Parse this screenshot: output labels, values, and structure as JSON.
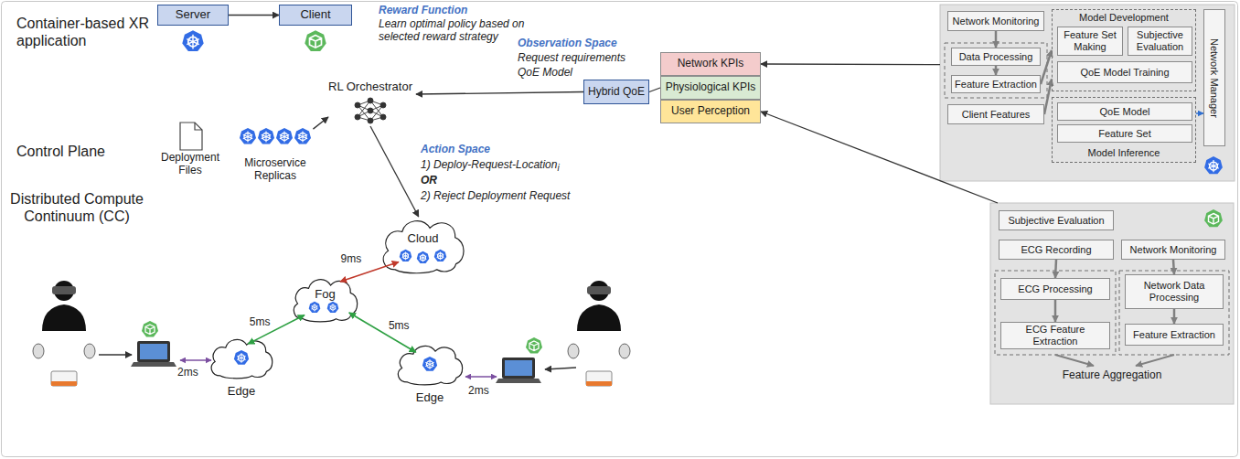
{
  "diagram": {
    "nodes": [
      {
        "text": [
          "Server"
        ]
      },
      {
        "text": [
          "Client"
        ]
      },
      {
        "text": [
          "Deployment Files"
        ]
      },
      {
        "text": [
          "Microservice Replicas"
        ]
      },
      {
        "text": [
          "RL Orchestrator"
        ]
      },
      {
        "text": [
          "Hybrid QoE"
        ]
      },
      {
        "text": [
          "Network KPIs"
        ]
      },
      {
        "text": [
          "Physiological KPIs"
        ]
      },
      {
        "text": [
          "User Perception"
        ]
      },
      {
        "text": []
      },
      {
        "text": [
          "Network Monitoring"
        ],
        "in": 9
      },
      {
        "text": [
          "Data Processing"
        ],
        "in": 9
      },
      {
        "text": [
          "Feature Extraction"
        ],
        "in": 9
      },
      {
        "text": [
          "Client Features"
        ],
        "in": 9
      },
      {
        "text": [
          "Model Development"
        ],
        "in": 9
      },
      {
        "text": [
          "Feature Set Making"
        ],
        "in": 14
      },
      {
        "text": [
          "Subjective Evaluation"
        ],
        "in": 14
      },
      {
        "text": [
          "QoE Model Training"
        ],
        "in": 14
      },
      {
        "text": [
          "Model Inference"
        ],
        "in": 9
      },
      {
        "text": [
          "QoE Model"
        ],
        "in": 18
      },
      {
        "text": [
          "Feature Set"
        ],
        "in": 18
      },
      {
        "text": [
          "Network Manager"
        ],
        "in": 9
      },
      {
        "text": [
          "Feature Aggregation"
        ]
      },
      {
        "text": [
          "Subjective Evaluation"
        ],
        "in": 22
      },
      {
        "text": [
          "ECG Recording"
        ],
        "in": 22
      },
      {
        "text": [
          "Network Monitoring"
        ],
        "in": 22
      },
      {
        "text": [
          "ECG Processing"
        ],
        "in": 22
      },
      {
        "text": [
          "ECG Feature Extraction"
        ],
        "in": 22
      },
      {
        "text": [
          "Network Data Processing"
        ],
        "in": 22
      },
      {
        "text": [
          "Feature Extraction"
        ],
        "in": 22
      },
      {
        "text": [
          "Cloud"
        ]
      },
      {
        "text": [
          "Fog"
        ]
      },
      {
        "text": [
          "Edge"
        ]
      },
      {
        "text": [
          "Edge"
        ]
      }
    ],
    "edges": [
      {
        "from": 0,
        "to": 1,
        "arrow": "to"
      },
      {
        "from": 3,
        "to": 4,
        "arrow": "to"
      },
      {
        "from": 5,
        "to": 4,
        "arrow": "to"
      },
      {
        "from": 7,
        "to": 5,
        "arrow": "none"
      },
      {
        "from": 9,
        "to": 6,
        "arrow": "to"
      },
      {
        "from": 22,
        "to": 8,
        "arrow": "to"
      },
      {
        "from": 4,
        "to": 30,
        "arrow": "to"
      },
      {
        "from": 30,
        "to": 31,
        "label": "9ms",
        "arrow": "both"
      },
      {
        "from": 31,
        "to": 32,
        "label": "5ms",
        "arrow": "both"
      },
      {
        "from": 31,
        "to": 33,
        "label": "5ms",
        "arrow": "both"
      },
      {
        "from": 10,
        "to": 11,
        "arrow": "to"
      },
      {
        "from": 11,
        "to": 12,
        "arrow": "to"
      },
      {
        "from": 12,
        "to": 14,
        "arrow": "to"
      },
      {
        "from": 13,
        "to": 14,
        "arrow": "to"
      },
      {
        "from": 18,
        "to": 21,
        "arrow": "to"
      },
      {
        "from": 24,
        "to": 26,
        "arrow": "to"
      },
      {
        "from": 26,
        "to": 27,
        "arrow": "to"
      },
      {
        "from": 25,
        "to": 28,
        "arrow": "to"
      },
      {
        "from": 28,
        "to": 29,
        "arrow": "to"
      }
    ],
    "labels": [
      "Container-based XR application",
      "Control Plane",
      "Distributed Compute Continuum (CC)",
      "Reward Function",
      "Learn optimal policy based on selected reward strategy",
      "Observation Space",
      "Request requirements",
      "QoE Model",
      "Action Space",
      "1) Deploy-Request-Location",
      "i",
      "OR",
      "2) Reject Deployment Request",
      "2ms",
      "2ms"
    ]
  }
}
